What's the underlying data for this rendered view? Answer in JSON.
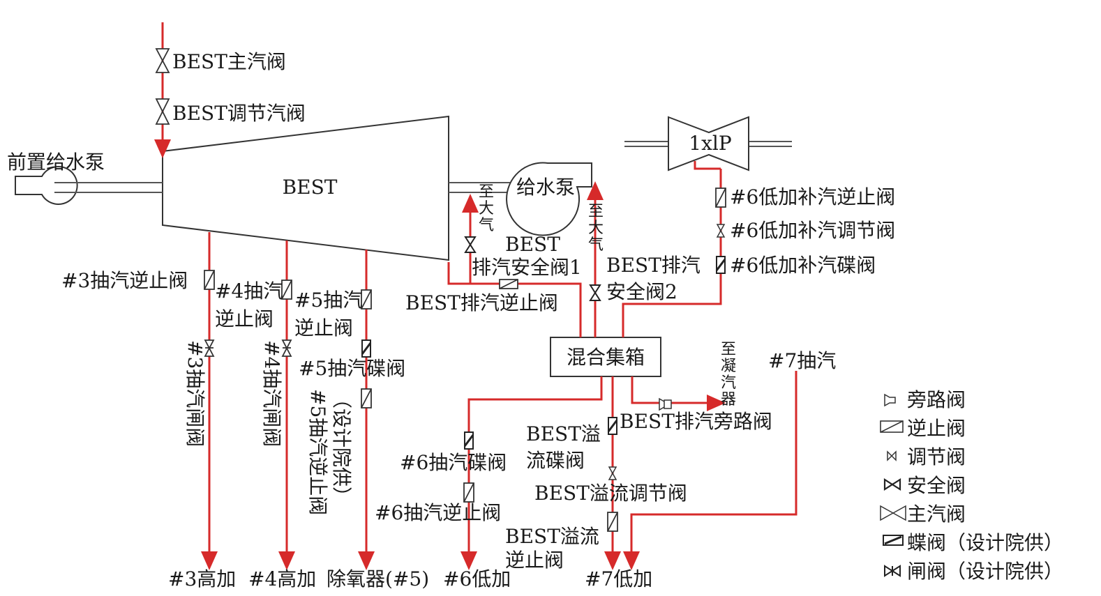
{
  "components": {
    "turbine": "BEST",
    "pre_pump": "前置给水泵",
    "feed_pump": "给水泵",
    "lp_turbine": "1xlP",
    "mixing_header": "混合集箱"
  },
  "valves": {
    "main_steam": "BEST主汽阀",
    "control_steam": "BEST调节汽阀",
    "ext3_check": "#3抽汽逆止阀",
    "ext4_check_1": "#4抽汽",
    "ext4_check_2": "逆止阀",
    "ext5_check_1": "#5抽汽",
    "ext5_check_2": "逆止阀",
    "ext3_gate": "#3抽汽闸阀",
    "ext4_gate": "#4抽汽闸阀",
    "ext5_butterfly": "#5抽汽碟阀",
    "ext5_check_design_1": "#5抽汽逆止阀",
    "ext5_check_design_2": "（设计院供）",
    "safety1_1": "BEST",
    "safety1_2": "排汽安全阀1",
    "exhaust_check": "BEST排汽逆止阀",
    "safety2_1": "BEST排汽",
    "safety2_2": "安全阀2",
    "lh6_check": "#6低加补汽逆止阀",
    "lh6_control": "#6低加补汽调节阀",
    "lh6_butterfly": "#6低加补汽碟阀",
    "ext6_butterfly": "#6抽汽碟阀",
    "ext6_check": "#6抽汽逆止阀",
    "overflow_butterfly_1": "BEST溢",
    "overflow_butterfly_2": "流碟阀",
    "overflow_control": "BEST溢流调节阀",
    "overflow_check_1": "BEST溢流",
    "overflow_check_2": "逆止阀",
    "exhaust_bypass": "BEST排汽旁路阀"
  },
  "destinations": {
    "atm1": [
      "至",
      "大",
      "气"
    ],
    "atm2": [
      "至",
      "大",
      "气"
    ],
    "condenser": [
      "至",
      "凝",
      "汽",
      "器"
    ],
    "ext7": "#7抽汽",
    "hp3": "#3高加",
    "hp4": "#4高加",
    "deaerator": "除氧器(#5)",
    "lp6": "#6低加",
    "lp7": "#7低加"
  },
  "legend": [
    {
      "icon": "bypass-valve-icon",
      "label": "旁路阀"
    },
    {
      "icon": "check-valve-icon",
      "label": "逆止阀"
    },
    {
      "icon": "control-valve-icon",
      "label": "调节阀"
    },
    {
      "icon": "safety-valve-icon",
      "label": "安全阀"
    },
    {
      "icon": "main-steam-valve-icon",
      "label": "主汽阀"
    },
    {
      "icon": "butterfly-valve-icon",
      "label": "蝶阀（设计院供）"
    },
    {
      "icon": "gate-valve-icon",
      "label": "闸阀（设计院供）"
    }
  ],
  "colors": {
    "steam_line": "#d62a2a",
    "outline": "#333333"
  }
}
